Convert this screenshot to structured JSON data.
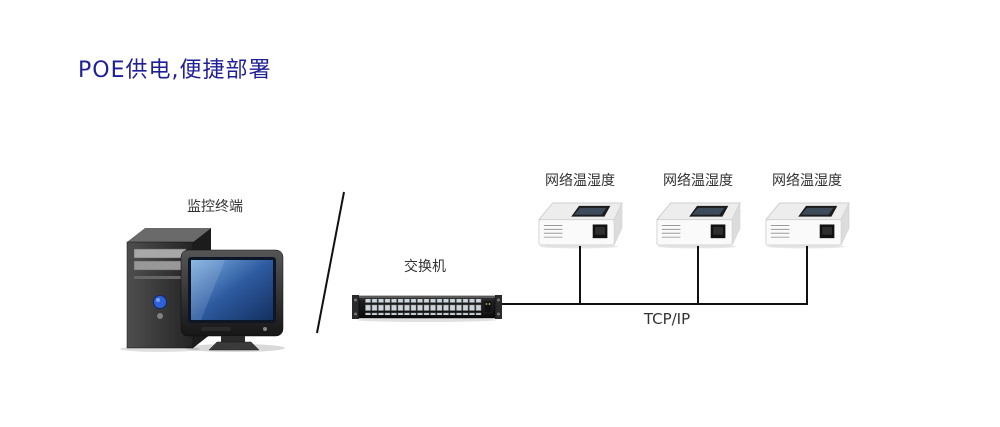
{
  "title": "POE供电,便捷部署",
  "labels": {
    "terminal": "监控终端",
    "switch": "交换机",
    "protocol": "TCP/IP"
  },
  "sensors": [
    {
      "label": "网络温湿度"
    },
    {
      "label": "网络温湿度"
    },
    {
      "label": "网络温湿度"
    }
  ],
  "colors": {
    "title": "#1f1f96",
    "line": "#111111",
    "text": "#333333"
  }
}
